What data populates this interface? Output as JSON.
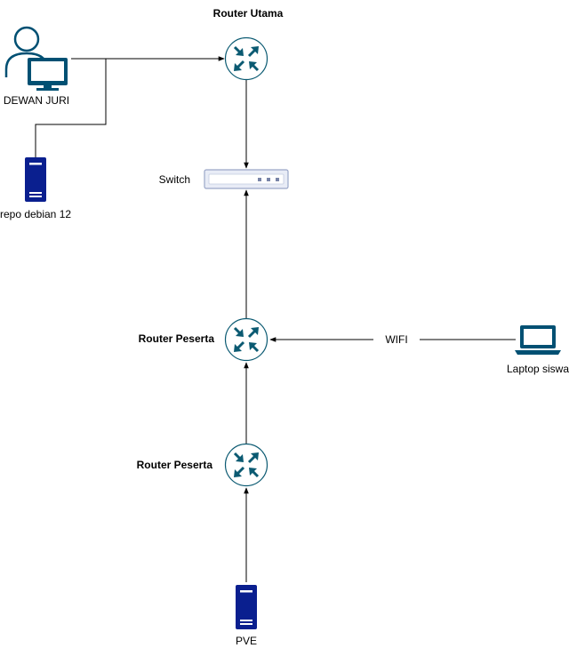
{
  "nodes": {
    "router_utama": {
      "label": "Router Utama",
      "icon": "router-icon"
    },
    "dewan_juri": {
      "label": "DEWAN JURI",
      "icon": "user-workstation-icon"
    },
    "repo_server": {
      "label": "repo debian 12",
      "icon": "server-tower-icon"
    },
    "switch": {
      "label": "Switch",
      "icon": "switch-icon"
    },
    "router_peserta_1": {
      "label": "Router Peserta",
      "icon": "router-icon"
    },
    "router_peserta_2": {
      "label": "Router Peserta",
      "icon": "router-icon"
    },
    "laptop": {
      "label": "Laptop siswa",
      "icon": "laptop-icon"
    },
    "pve": {
      "label": "PVE",
      "icon": "server-tower-icon"
    }
  },
  "edges": {
    "laptop_to_router_peserta_1": {
      "label": "WIFI"
    }
  },
  "colors": {
    "router_fill": "#0b5a72",
    "icon_blue": "#005073",
    "server_blue": "#0a1f8f",
    "switch_fill": "#e8ecf6",
    "switch_stroke": "#9aa6c8",
    "line": "#000000"
  }
}
